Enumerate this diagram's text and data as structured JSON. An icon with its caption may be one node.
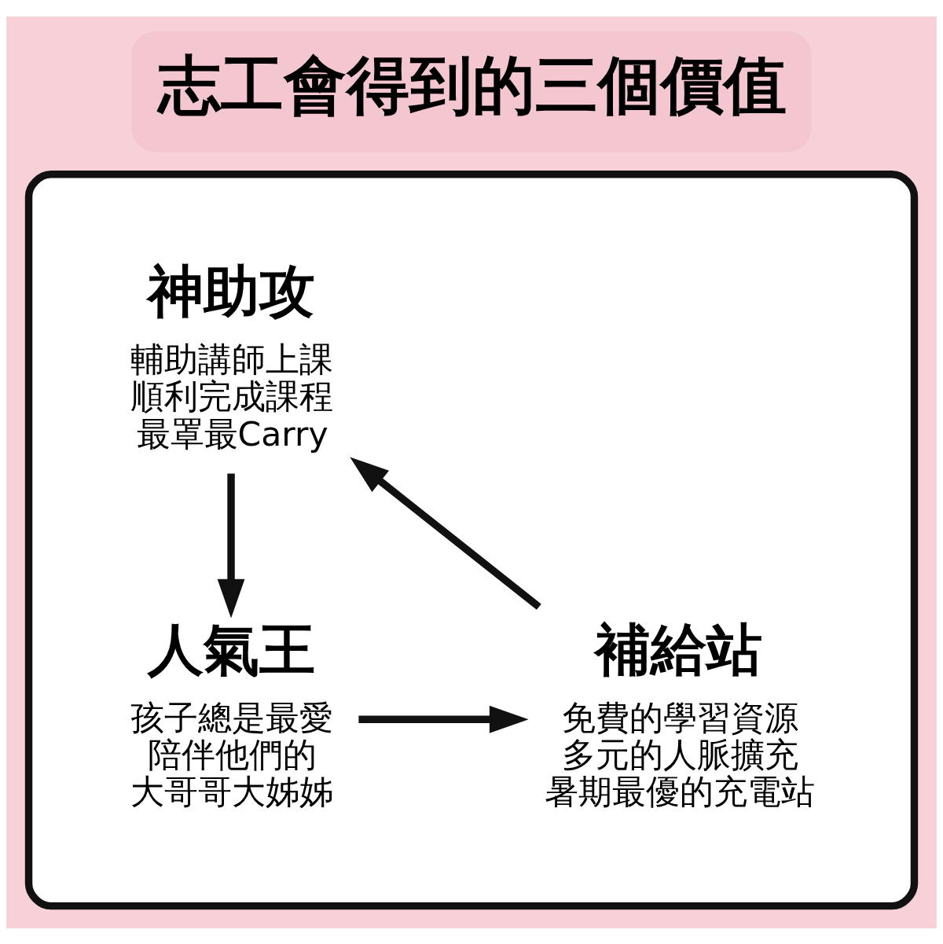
{
  "diagram": {
    "title": "志工會得到的三個價值",
    "nodes": [
      {
        "text": [],
        "shape": "box"
      },
      {
        "text": [
          "神助攻",
          "輔助講師上課順利完成課程最罩最Carry"
        ],
        "in": 0
      },
      {
        "text": [
          "人氣王",
          "孩子總是最愛陪伴他們的大哥哥大姊姊"
        ],
        "in": 0
      },
      {
        "text": [
          "補給站",
          "免費的學習資源多元的人脈擴充暑期最優的充電站"
        ],
        "in": 0
      }
    ],
    "edges": [
      {
        "from": 1,
        "to": 2,
        "arrow": "to"
      },
      {
        "from": 2,
        "to": 3,
        "arrow": "to"
      },
      {
        "from": 3,
        "to": 1,
        "arrow": "to"
      }
    ]
  }
}
